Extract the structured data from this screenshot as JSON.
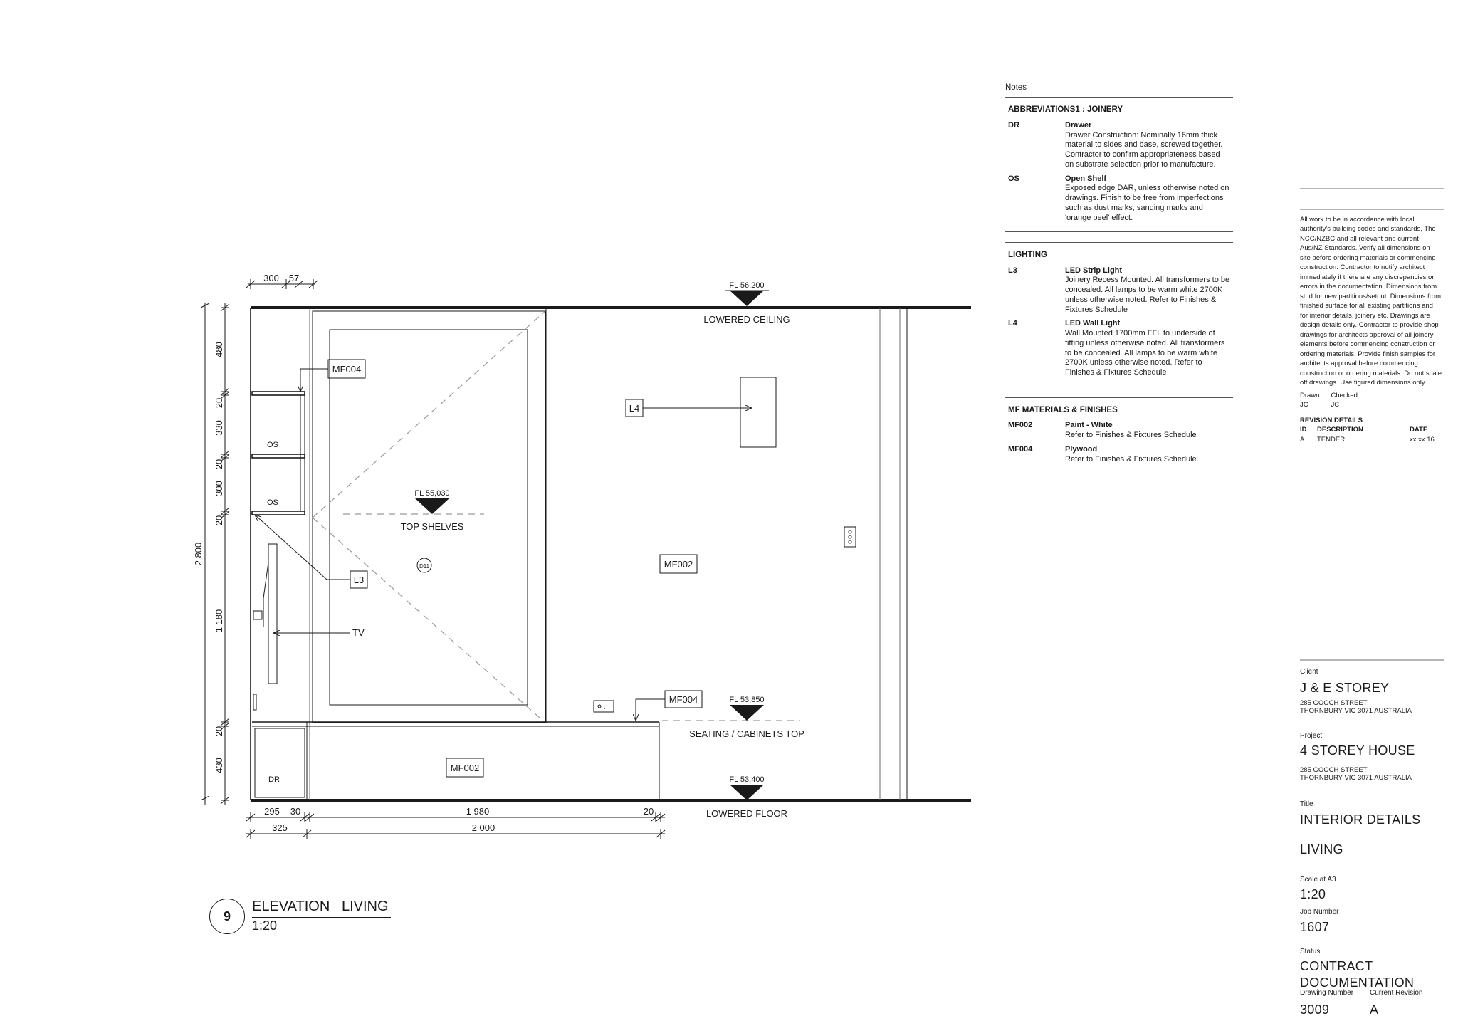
{
  "notes": {
    "heading": "Notes",
    "sections": [
      {
        "title": "ABBREVIATIONS1 : JOINERY",
        "items": [
          {
            "code": "DR",
            "name": "Drawer",
            "text": "Drawer Construction: Nominally 16mm thick material to sides and base, screwed together.  Contractor to confirm appropriateness based on substrate selection prior to manufacture."
          },
          {
            "code": "OS",
            "name": "Open Shelf",
            "text": "Exposed edge DAR, unless otherwise noted on drawings. Finish to be free from imperfections such as dust marks, sanding marks and 'orange peel' effect."
          }
        ]
      },
      {
        "title": "LIGHTING",
        "items": [
          {
            "code": "L3",
            "name": "LED Strip Light",
            "text": "Joinery Recess Mounted. All transformers to be concealed. All lamps to be warm white 2700K unless otherwise noted. Refer to Finishes & Fixtures Schedule"
          },
          {
            "code": "L4",
            "name": "LED Wall Light",
            "text": "Wall Mounted 1700mm FFL to underside of fitting unless otherwise noted. All transformers to be concealed. All lamps to be warm white 2700K unless otherwise noted. Refer to Finishes & Fixtures Schedule"
          }
        ]
      },
      {
        "title": "MF MATERIALS & FINISHES",
        "items": [
          {
            "code": "MF002",
            "name": "Paint - White",
            "text": "Refer to Finishes & Fixtures Schedule"
          },
          {
            "code": "MF004",
            "name": "Plywood",
            "text": "Refer to Finishes & Fixtures Schedule."
          }
        ]
      }
    ]
  },
  "general_notes": "All work to be in accordance with local authority's building codes and standards, The NCC/NZBC and all relevant and current Aus/NZ Standards. Verify all dimensions on site before ordering materials or commencing construction. Contractor to notify architect immediately if there are any discrepancies or errors in the documentation. Dimensions from stud for new partitions/setout. Dimensions from finished surface for all existing partitions and for interior details, joinery etc. Drawings are design details only. Contractor to provide shop drawings for architects approval of all joinery elements before commencing construction or ordering materials. Provide finish samples for architects approval before commencing construction or ordering materials. Do not scale off drawings. Use figured dimensions only.",
  "drawn": {
    "label": "Drawn",
    "value": "JC"
  },
  "checked": {
    "label": "Checked",
    "value": "JC"
  },
  "revisions": {
    "title": "REVISION DETAILS",
    "headers": [
      "ID",
      "DESCRIPTION",
      "DATE"
    ],
    "rows": [
      [
        "A",
        "TENDER",
        "xx.xx.16"
      ]
    ]
  },
  "client": {
    "label": "Client",
    "name": "J & E STOREY",
    "address1": "285 GOOCH STREET",
    "address2": "THORNBURY VIC 3071 AUSTRALIA"
  },
  "project": {
    "label": "Project",
    "name": "4 STOREY HOUSE",
    "address1": "285 GOOCH STREET",
    "address2": "THORNBURY VIC 3071 AUSTRALIA"
  },
  "sheet_title": {
    "label": "Title",
    "line1": "INTERIOR DETAILS",
    "line2": "LIVING"
  },
  "scale": {
    "label": "Scale at A3",
    "value": "1:20"
  },
  "job": {
    "label": "Job Number",
    "value": "1607"
  },
  "status": {
    "label": "Status",
    "line1": "CONTRACT",
    "line2": "DOCUMENTATION"
  },
  "drawing_number": {
    "label": "Drawing Number",
    "value": "3009"
  },
  "current_revision": {
    "label": "Current Revision",
    "value": "A"
  },
  "drawing_title": {
    "number": "9",
    "title": "ELEVATION   LIVING",
    "scale": "1:20"
  },
  "elevation": {
    "levels": [
      {
        "tag": "FL 56,200",
        "label": "LOWERED CEILING"
      },
      {
        "tag": "FL 55,030",
        "label": "TOP SHELVES"
      },
      {
        "tag": "FL 53,850",
        "label": "SEATING / CABINETS TOP"
      },
      {
        "tag": "FL 53,400",
        "label": "LOWERED FLOOR"
      }
    ],
    "tags": {
      "mf004_top": "MF004",
      "mf004_seat": "MF004",
      "mf002_wall": "MF002",
      "mf002_cab": "MF002",
      "l4": "L4",
      "l3": "L3",
      "tv": "TV",
      "d11": "D11",
      "os1": "OS",
      "os2": "OS",
      "dr": "DR"
    },
    "dims_top": [
      "300",
      "57"
    ],
    "dims_left_overall": "2 800",
    "dims_left": [
      "480",
      "20",
      "330",
      "20",
      "300",
      "20",
      "1 180",
      "20",
      "430"
    ],
    "dims_bottom_row1": [
      "295",
      "30",
      "1 980",
      "20"
    ],
    "dims_bottom_row2": [
      "325",
      "2 000"
    ]
  }
}
